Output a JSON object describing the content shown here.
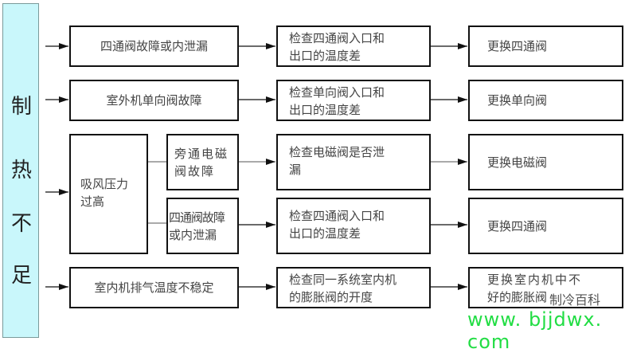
{
  "side_label": [
    "制",
    "热",
    "不",
    "足"
  ],
  "rows": [
    {
      "cause": "四通阀故障或内泄漏",
      "check": [
        "检查四通阀入口和",
        "出口的温度差"
      ],
      "action": "更换四通阀"
    },
    {
      "cause": "室外机单向阀故障",
      "check": [
        "检查单向阀入口和",
        "出口的温度差"
      ],
      "action": "更换单向阀"
    },
    {
      "cause": [
        "吸风压力",
        "过高"
      ],
      "sub": [
        {
          "cause": [
            "旁通电磁",
            "阀故障"
          ],
          "check": [
            "检查电磁阀是否泄",
            "漏"
          ],
          "action": "更换电磁阀"
        },
        {
          "cause": [
            "四通阀故障",
            "或内泄漏"
          ],
          "check": [
            "检查四通阀入口和",
            "出口的温度差"
          ],
          "action": "更换四通阀"
        }
      ]
    },
    {
      "cause": "室内机排气温度不稳定",
      "check": [
        "检查同一系统室内机",
        "的膨胀阀的开度"
      ],
      "action": [
        "更换室内机中不",
        "好的膨胀阀"
      ]
    }
  ],
  "watermark": {
    "logo_text": "制冷百科",
    "url": "www. bjjdwx. com",
    "color": "#22dd44"
  },
  "colors": {
    "side_bg": "#c9f7fb",
    "line": "#111111"
  }
}
